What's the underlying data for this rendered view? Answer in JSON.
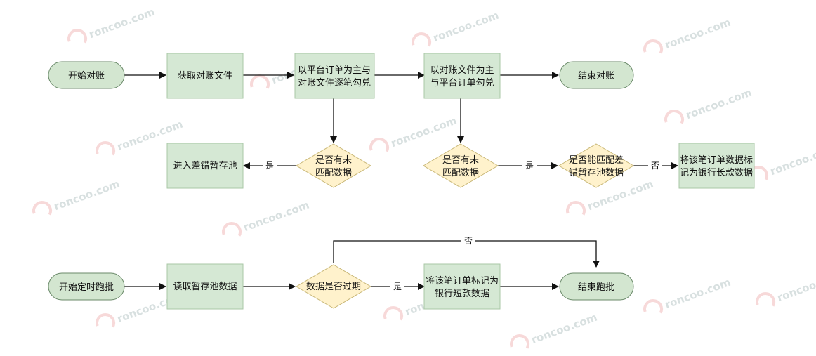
{
  "colors": {
    "terminal_fill": "#d3e6d0",
    "process_fill": "#d5e8d4",
    "decision_fill": "#fff2cc",
    "stroke": "#111111",
    "label_bg": "#ffffff"
  },
  "watermark": {
    "text": "roncoo.com"
  },
  "nodes": {
    "start_reconcile": "开始对账",
    "get_file": "获取对账文件",
    "platform_main_1": "以平台订单为主与",
    "platform_main_2": "对账文件逐笔勾兑",
    "file_main_1": "以对账文件为主",
    "file_main_2": "与平台订单勾兑",
    "end_reconcile": "结束对账",
    "error_pool": "进入差错暂存池",
    "unmatched_1a": "是否有未",
    "unmatched_1b": "匹配数据",
    "unmatched_2a": "是否有未",
    "unmatched_2b": "匹配数据",
    "match_pool_1": "是否能匹配差",
    "match_pool_2": "错暂存池数据",
    "mark_long_1": "将该笔订单数据标",
    "mark_long_2": "记为银行长款数据",
    "start_batch": "开始定时跑批",
    "read_pool": "读取暂存池数据",
    "expired": "数据是否过期",
    "mark_short_1": "将该笔订单标记为",
    "mark_short_2": "银行短款数据",
    "end_batch": "结束跑批"
  },
  "edge_labels": {
    "yes_1": "是",
    "yes_2": "是",
    "no_1": "否",
    "yes_3": "是",
    "no_2": "否"
  }
}
